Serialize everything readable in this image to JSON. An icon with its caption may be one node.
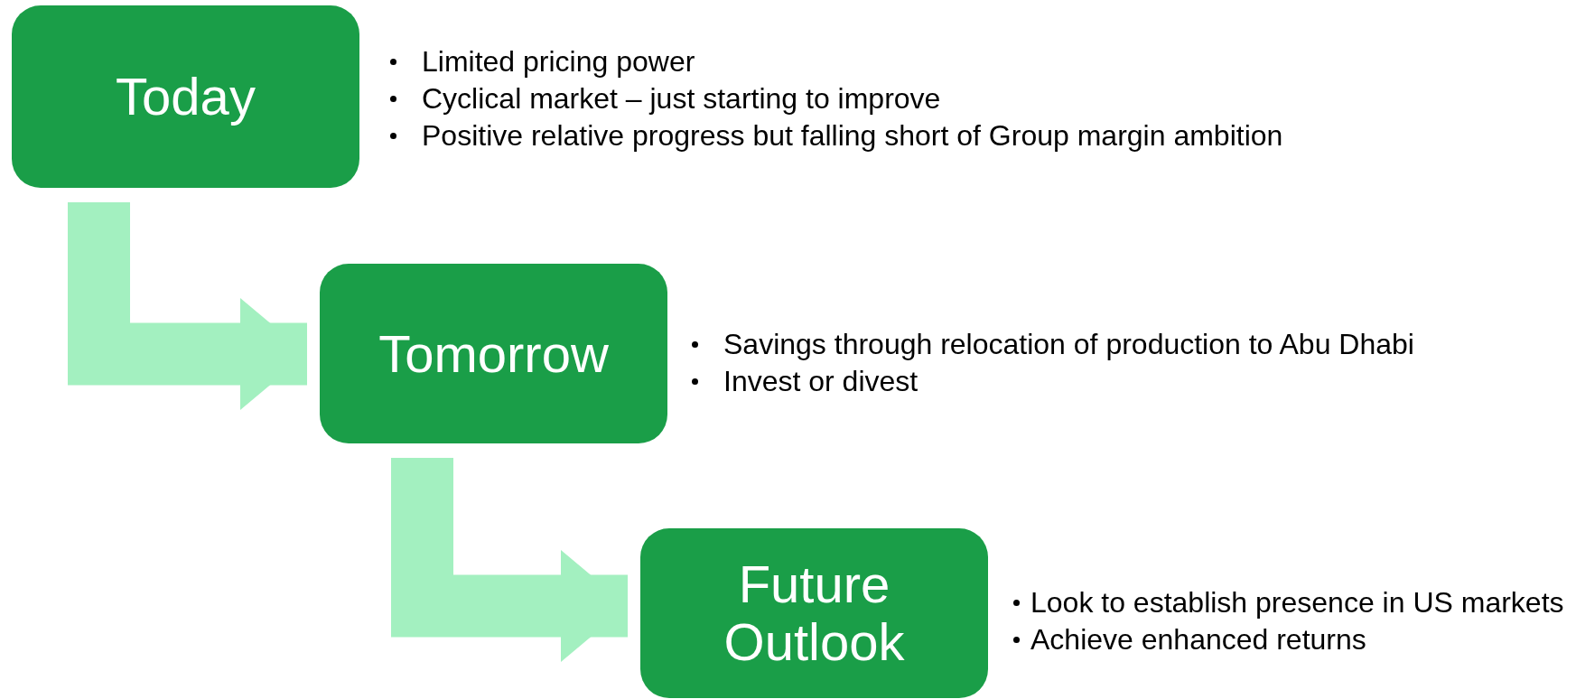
{
  "diagram": {
    "nodes": [
      {
        "text": [
          "Today"
        ],
        "beside": [
          "Limited pricing power",
          "Cyclical market – just starting to improve",
          "Positive relative progress but falling short of Group margin ambition"
        ]
      },
      {
        "text": [
          "Tomorrow"
        ],
        "beside": [
          "Savings through relocation of production to Abu Dhabi",
          "Invest or divest"
        ]
      },
      {
        "text": [
          "Future Outlook"
        ],
        "beside": [
          "Look to establish presence in US markets",
          "Achieve enhanced returns"
        ]
      }
    ],
    "edges": [
      {
        "from": 0,
        "to": 1,
        "arrow": "to"
      },
      {
        "from": 1,
        "to": 2,
        "arrow": "to"
      }
    ]
  }
}
